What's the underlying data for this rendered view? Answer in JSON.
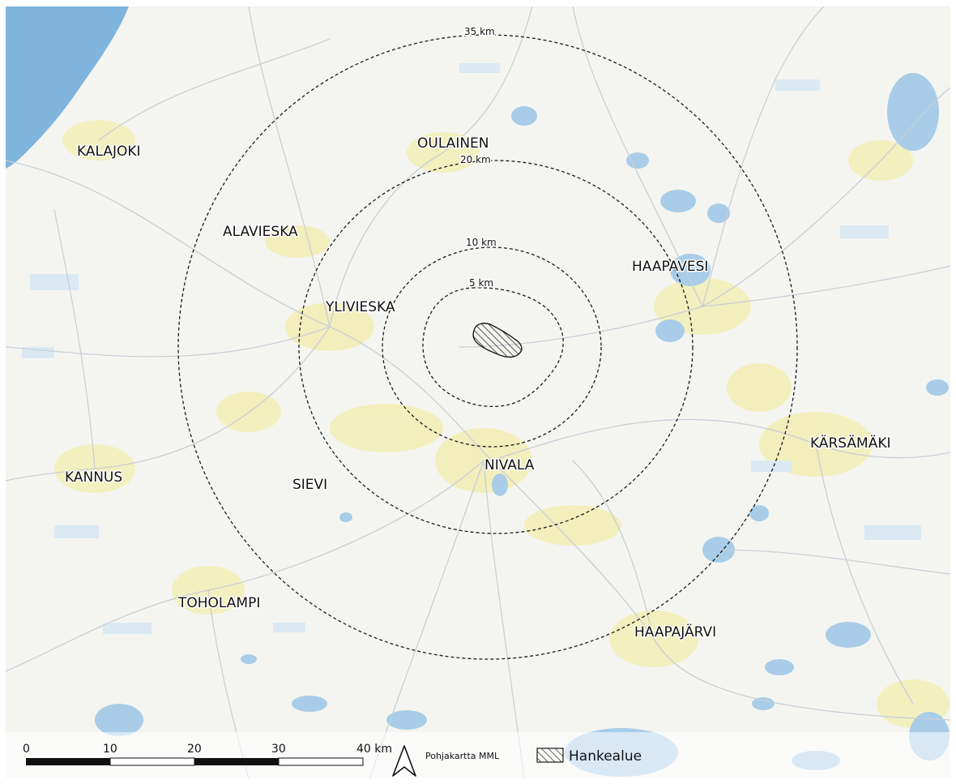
{
  "towns": [
    {
      "id": "kalajoki",
      "name": "KALAJOKI"
    },
    {
      "id": "oulainen",
      "name": "OULAINEN"
    },
    {
      "id": "alavieska",
      "name": "ALAVIESKA"
    },
    {
      "id": "haapavesi",
      "name": "HAAPAVESI"
    },
    {
      "id": "ylivieska",
      "name": "YLIVIESKA"
    },
    {
      "id": "karsamaki",
      "name": "KÄRSÄMÄKI"
    },
    {
      "id": "kannus",
      "name": "KANNUS"
    },
    {
      "id": "sievi",
      "name": "SIEVI"
    },
    {
      "id": "nivala",
      "name": "NIVALA"
    },
    {
      "id": "toholampi",
      "name": "TOHOLAMPI"
    },
    {
      "id": "haapajarvi",
      "name": "HAAPAJÄRVI"
    }
  ],
  "rings": [
    {
      "id": "5km",
      "label": "5 km"
    },
    {
      "id": "10km",
      "label": "10 km"
    },
    {
      "id": "20km",
      "label": "20 km"
    },
    {
      "id": "35km",
      "label": "35 km"
    }
  ],
  "scale_bar": {
    "ticks": [
      "0",
      "10",
      "20",
      "30",
      "40 km"
    ]
  },
  "credit": "Pohjakartta MML",
  "legend": {
    "project_area_label": "Hankealue"
  },
  "colors": {
    "background": "#f4f5f1",
    "water": "#a9cde8",
    "sea": "#7fb4dc",
    "settlement": "#f2efb8",
    "road": "#c9cfd6",
    "ring": "#1a1a1a",
    "project_area_hatch": "#1a1a1a"
  },
  "icons": {
    "north_arrow": "north-arrow-icon",
    "legend_swatch": "hatched-polygon-icon"
  }
}
